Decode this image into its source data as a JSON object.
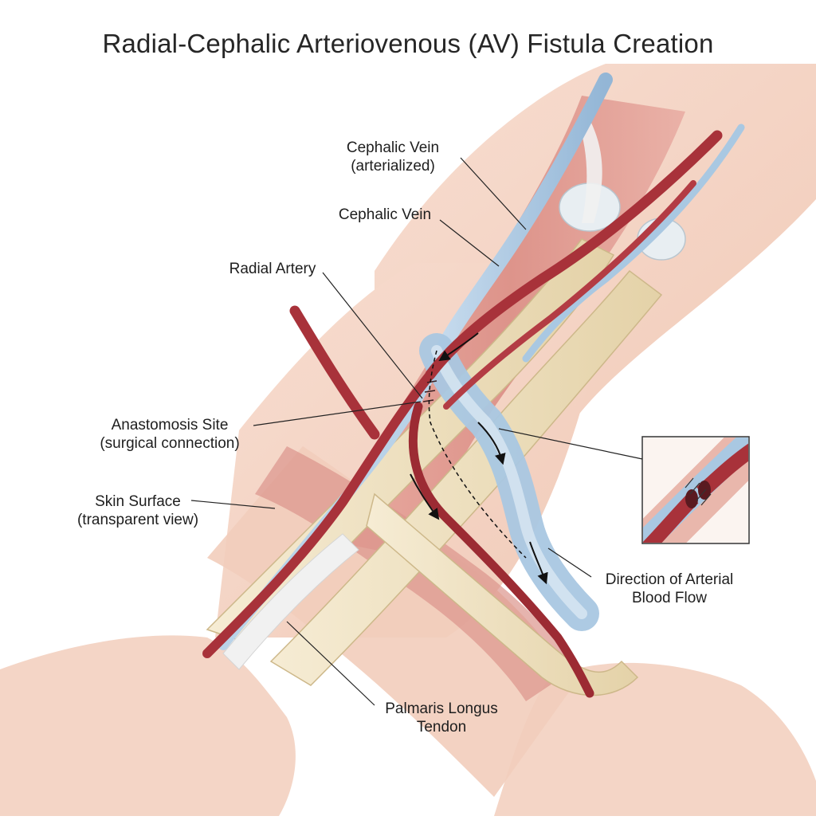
{
  "title": "Radial-Cephalic Arteriovenous (AV) Fistula Creation",
  "labels": {
    "cephalic_vein_arterialized": [
      "Cephalic Vein",
      "(arterialized)"
    ],
    "cephalic_vein": [
      "Cephalic Vein"
    ],
    "radial_artery": [
      "Radial Artery"
    ],
    "anastomosis_site": [
      "Anastomosis Site",
      "(surgical connection)"
    ],
    "skin_surface": [
      "Skin Surface",
      "(transparent view)"
    ],
    "direction_of_flow": [
      "Direction of Arterial",
      "Blood Flow"
    ],
    "palmaris_longus": [
      "Palmaris Longus",
      "Tendon"
    ]
  },
  "colors": {
    "skin": "#f3d3c3",
    "muscle": "#d98b85",
    "bone": "#efe2c2",
    "artery": "#a8323a",
    "vein": "#a9c8e2",
    "tendon": "#eeeeee",
    "leader": "#222222"
  }
}
